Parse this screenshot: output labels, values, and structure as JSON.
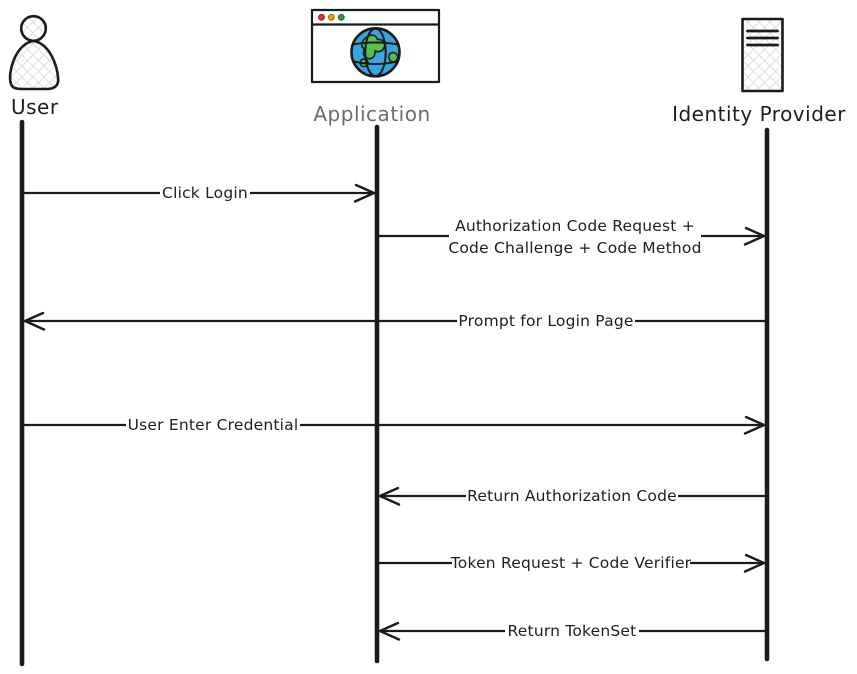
{
  "diagram": {
    "type": "sequence",
    "colors": {
      "stroke": "#1b1b1b",
      "background": "#ffffff",
      "crosshatch": "#dde1e7",
      "globe_blue": "#38a5e1",
      "continent_green": "#58bf4c",
      "browser_dot_red": "#e03131",
      "browser_dot_yellow": "#f5a300",
      "browser_dot_green": "#2f9e44"
    },
    "actors": [
      {
        "id": "user",
        "label": "User",
        "icon": "person-icon",
        "label_color": "#1e1e1e"
      },
      {
        "id": "application",
        "label": "Application",
        "icon": "browser-icon",
        "label_color": "#6b6b6b"
      },
      {
        "id": "identity_provider",
        "label": "Identity Provider",
        "icon": "server-icon",
        "label_color": "#1e1e1e"
      }
    ],
    "messages": [
      {
        "from": "User",
        "to": "Application",
        "direction": "right",
        "label": "Click Login"
      },
      {
        "from": "Application",
        "to": "Identity Provider",
        "direction": "right",
        "label": "Authorization Code Request + Code Challenge + Code Method",
        "line1": "Authorization Code Request +",
        "line2": "Code Challenge + Code Method"
      },
      {
        "from": "Identity Provider",
        "to": "User",
        "direction": "left",
        "label": "Prompt for Login Page"
      },
      {
        "from": "User",
        "to": "Identity Provider",
        "direction": "right",
        "label": "User Enter Credential"
      },
      {
        "from": "Identity Provider",
        "to": "Application",
        "direction": "left",
        "label": "Return Authorization Code"
      },
      {
        "from": "Application",
        "to": "Identity Provider",
        "direction": "right",
        "label": "Token Request + Code Verifier"
      },
      {
        "from": "Identity Provider",
        "to": "Application",
        "direction": "left",
        "label": "Return TokenSet"
      }
    ]
  }
}
